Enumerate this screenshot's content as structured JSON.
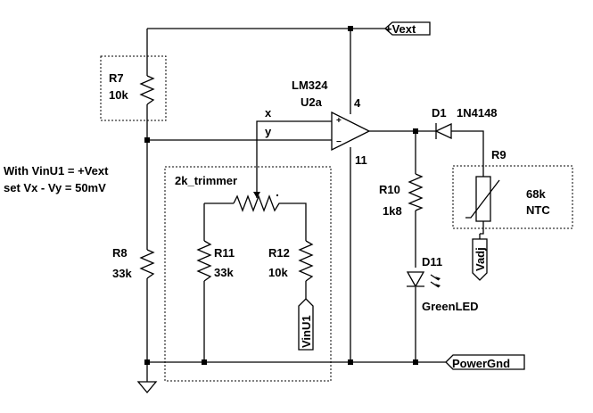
{
  "labels": {
    "vext_net": "+Vext",
    "powergnd_net": "PowerGnd",
    "r7_ref": "R7",
    "r7_val": "10k",
    "r8_ref": "R8",
    "r8_val": "33k",
    "opamp_part": "LM324",
    "opamp_ref": "U2a",
    "pin_vplus": "4",
    "pin_vminus": "11",
    "in_plus": "+",
    "in_minus": "−",
    "node_x": "x",
    "node_y": "y",
    "note_line1": "With VinU1 = +Vext",
    "note_line2": "set Vx - Vy = 50mV",
    "trimmer_name": "2k_trimmer",
    "r11_ref": "R11",
    "r11_val": "33k",
    "r12_ref": "R12",
    "r12_val": "10k",
    "vinu1_port": "VinU1",
    "d1_ref": "D1",
    "d1_part": "1N4148",
    "r9_ref": "R9",
    "r9_val": "68k",
    "r9_type": "NTC",
    "vadj_port": "Vadj",
    "r10_ref": "R10",
    "r10_val": "1k8",
    "d11_ref": "D11",
    "d11_part": "GreenLED"
  }
}
